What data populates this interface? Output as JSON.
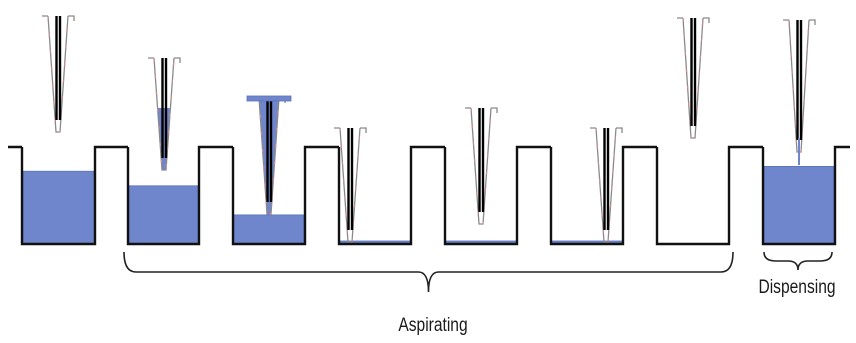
{
  "labels": {
    "aspirating": "Aspirating",
    "dispensing": "Dispensing"
  },
  "colors": {
    "liquid": "#6f86cc",
    "liquid_edge": "#5a72b8",
    "well_wall": "#111111",
    "tip_stroke": "#8a8a8a",
    "tip_accent": "#d68b8b",
    "plunger": "#000000",
    "brace": "#222222"
  },
  "wells": [
    {
      "id": 1,
      "phase": "idle",
      "liquid_level": 0.75,
      "tip_state": "above"
    },
    {
      "id": 2,
      "phase": "aspirating",
      "liquid_level": 0.6,
      "tip_state": "entering"
    },
    {
      "id": 3,
      "phase": "aspirating",
      "liquid_level": 0.3,
      "tip_state": "drawing"
    },
    {
      "id": 4,
      "phase": "aspirating",
      "liquid_level": 0.03,
      "tip_state": "bottom"
    },
    {
      "id": 5,
      "phase": "aspirating",
      "liquid_level": 0.02,
      "tip_state": "raised"
    },
    {
      "id": 6,
      "phase": "aspirating",
      "liquid_level": 0.02,
      "tip_state": "bottom"
    },
    {
      "id": 7,
      "phase": "aspirating",
      "liquid_level": 0.0,
      "tip_state": "above"
    },
    {
      "id": 8,
      "phase": "dispensing",
      "liquid_level": 0.8,
      "tip_state": "dispensing"
    }
  ]
}
